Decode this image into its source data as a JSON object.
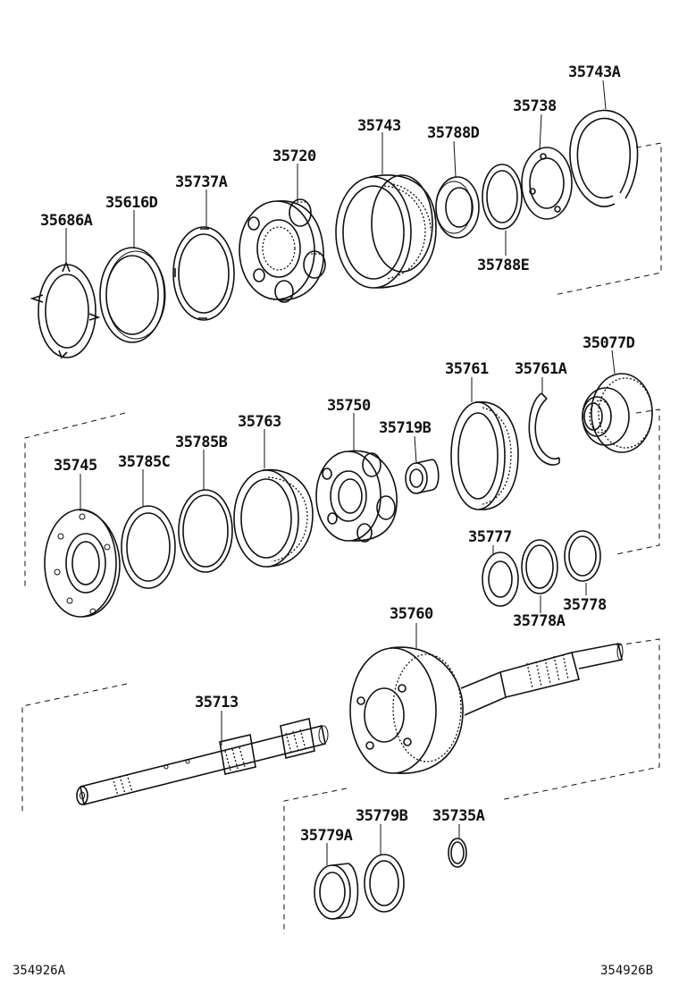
{
  "diagram": {
    "parts": [
      {
        "id": "35743A",
        "label": "35743A"
      },
      {
        "id": "35738",
        "label": "35738"
      },
      {
        "id": "35788D",
        "label": "35788D"
      },
      {
        "id": "35743",
        "label": "35743"
      },
      {
        "id": "35720",
        "label": "35720"
      },
      {
        "id": "35737A",
        "label": "35737A"
      },
      {
        "id": "35616D",
        "label": "35616D"
      },
      {
        "id": "35686A",
        "label": "35686A"
      },
      {
        "id": "35788E",
        "label": "35788E"
      },
      {
        "id": "35077D",
        "label": "35077D"
      },
      {
        "id": "35761",
        "label": "35761"
      },
      {
        "id": "35761A",
        "label": "35761A"
      },
      {
        "id": "35750",
        "label": "35750"
      },
      {
        "id": "35719B",
        "label": "35719B"
      },
      {
        "id": "35763",
        "label": "35763"
      },
      {
        "id": "35785B",
        "label": "35785B"
      },
      {
        "id": "35745",
        "label": "35745"
      },
      {
        "id": "35785C",
        "label": "35785C"
      },
      {
        "id": "35777",
        "label": "35777"
      },
      {
        "id": "35778",
        "label": "35778"
      },
      {
        "id": "35778A",
        "label": "35778A"
      },
      {
        "id": "35760",
        "label": "35760"
      },
      {
        "id": "35713",
        "label": "35713"
      },
      {
        "id": "35779B",
        "label": "35779B"
      },
      {
        "id": "35735A",
        "label": "35735A"
      },
      {
        "id": "35779A",
        "label": "35779A"
      }
    ],
    "ref_left": "354926A",
    "ref_right": "354926B"
  }
}
